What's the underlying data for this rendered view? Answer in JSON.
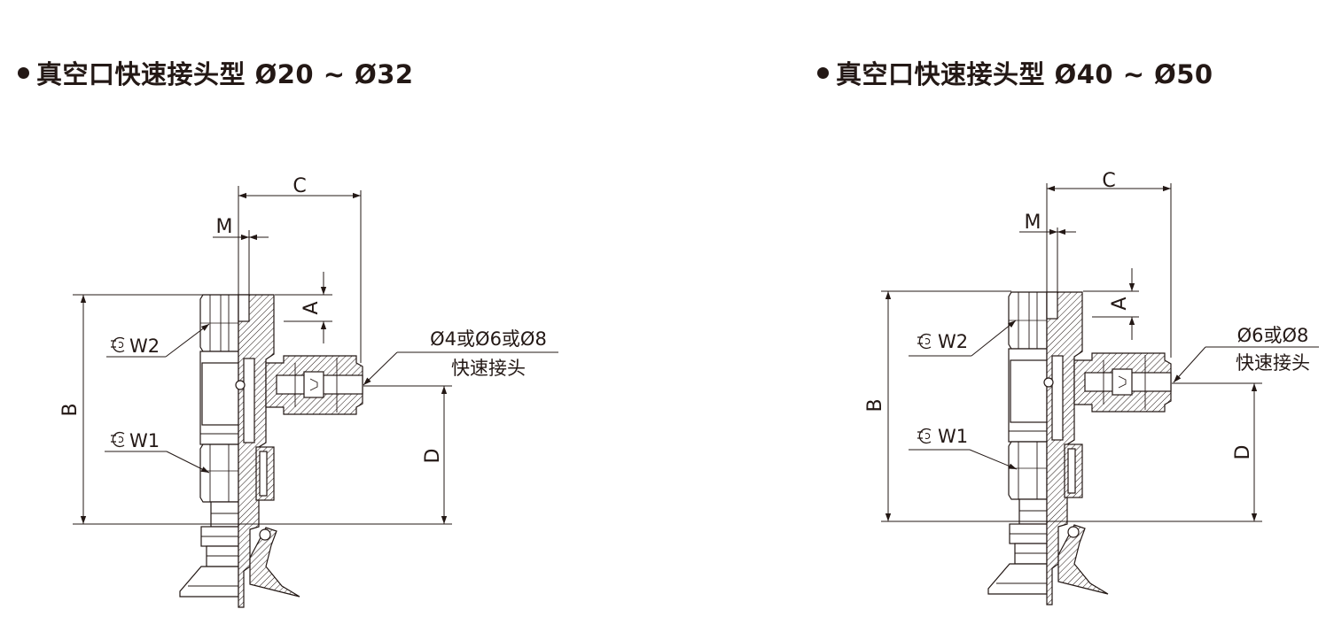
{
  "left": {
    "title": "真空口快速接头型 Ø20 ~ Ø32",
    "labels": {
      "C": "C",
      "M": "M",
      "A": "A",
      "B": "B",
      "D": "D",
      "W1": "W1",
      "W2": "W2"
    },
    "fitting_size": "Ø4或Ø6或Ø8",
    "fitting_name": "快速接头"
  },
  "right": {
    "title": "真空口快速接头型 Ø40 ~ Ø50",
    "labels": {
      "C": "C",
      "M": "M",
      "A": "A",
      "B": "B",
      "D": "D",
      "W1": "W1",
      "W2": "W2"
    },
    "fitting_size": "Ø6或Ø8",
    "fitting_name": "快速接头"
  },
  "colors": {
    "ink": "#231815",
    "background": "#ffffff"
  },
  "icons": {
    "wrench": "wrench-flats-icon",
    "bullet": "bullet-dot-icon"
  }
}
